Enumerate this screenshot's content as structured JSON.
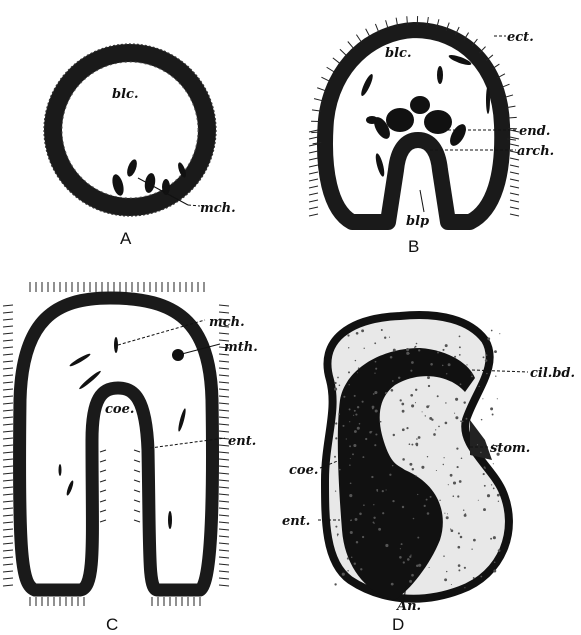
{
  "figure": {
    "panels": [
      {
        "letter": "A",
        "labels": [
          "blc.",
          "mch."
        ]
      },
      {
        "letter": "B",
        "labels": [
          "blc.",
          "ect.",
          "end.",
          "arch.",
          "blp"
        ]
      },
      {
        "letter": "C",
        "labels": [
          "mch.",
          "mth.",
          "coe.",
          "ent."
        ]
      },
      {
        "letter": "D",
        "labels": [
          "cil.bd.",
          "stom.",
          "coe.",
          "ent.",
          "An."
        ]
      }
    ]
  }
}
